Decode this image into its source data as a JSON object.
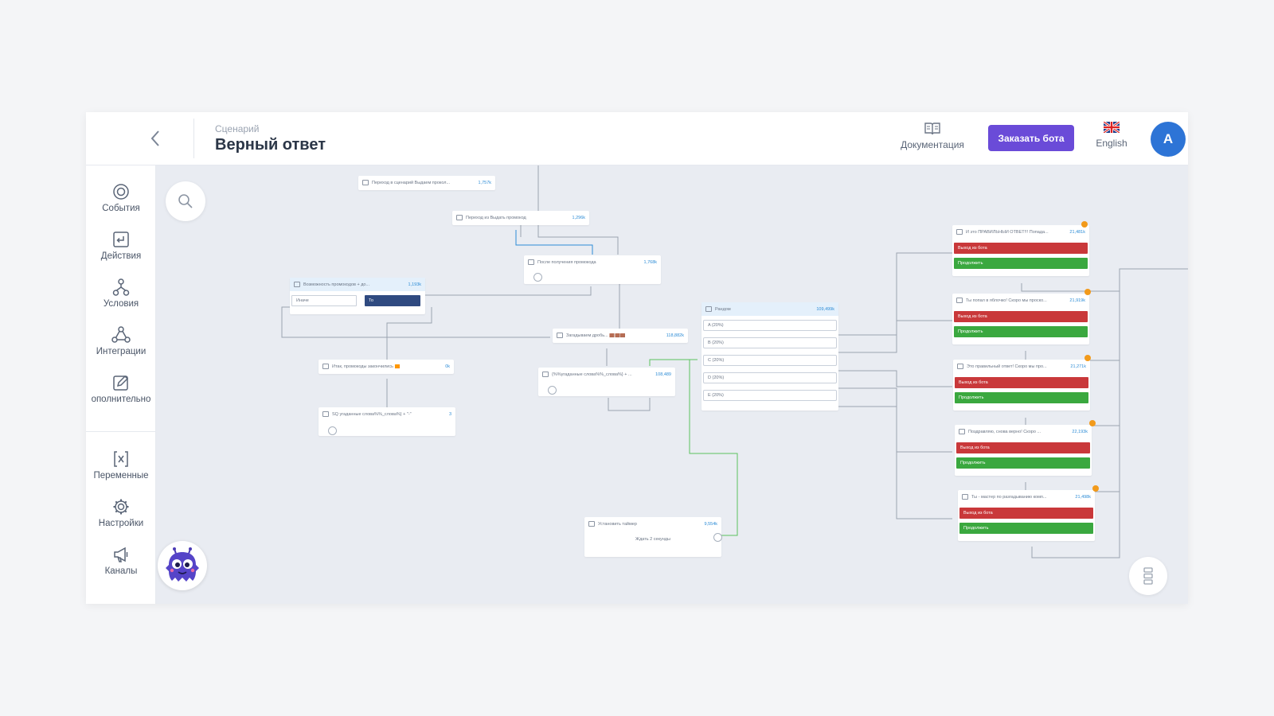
{
  "header": {
    "breadcrumb": "Сценарий",
    "title": "Верный ответ",
    "docs_label": "Документация",
    "order_button": "Заказать бота",
    "language": "English",
    "avatar_letter": "A"
  },
  "sidebar": {
    "items": [
      {
        "label": "События",
        "icon": "target-icon"
      },
      {
        "label": "Действия",
        "icon": "reply-icon"
      },
      {
        "label": "Условия",
        "icon": "branch-icon"
      },
      {
        "label": "Интеграции",
        "icon": "integration-icon"
      },
      {
        "label": "ополнительно",
        "icon": "edit-icon"
      },
      {
        "label": "Переменные",
        "icon": "variable-icon"
      },
      {
        "label": "Настройки",
        "icon": "gear-icon"
      },
      {
        "label": "Каналы",
        "icon": "megaphone-icon"
      }
    ]
  },
  "canvas": {
    "nodes": {
      "n1": {
        "title": "Переход в сценарий Выдаем прокол...",
        "stat": "1,757k"
      },
      "n2": {
        "title": "Переход из Выдать промокод",
        "stat": "1,296k"
      },
      "n3": {
        "title": "После получения промокода",
        "stat": "1,768k"
      },
      "n4": {
        "title": "Возможность промокодов + до...",
        "stat": "1,193k",
        "cell_left": "Иначе",
        "cell_right": "То"
      },
      "n5": {
        "title": "Загадываем дробь... 🟫🟫🟫",
        "stat": "118,882k"
      },
      "n6": {
        "title": "Итак, промокоды закончились 🟧",
        "stat": "0k"
      },
      "n7": {
        "title": "{%%угаданные слова%%_слова%} + ...",
        "stat": "108,489"
      },
      "n8": {
        "title": "SQ угаданные слова%%_слова%} + \"-\"",
        "stat": "3"
      },
      "n9": {
        "title": "Рандом",
        "stat": "109,499k",
        "rows": [
          "A (20%)",
          "B (20%)",
          "C (20%)",
          "D (20%)",
          "E (20%)"
        ]
      },
      "n10": {
        "title": "Установить таймер",
        "stat": "9,554k",
        "body": "Ждать 2 секунды"
      },
      "r1": {
        "title": "И это ПРАВИЛЬНЫЙ ОТВЕТ!!! Попада...",
        "stat": "21,481k"
      },
      "r2": {
        "title": "Ты попал в яблочко! Скоро мы проско...",
        "stat": "21,919k"
      },
      "r3": {
        "title": "Это правильный ответ! Скоро мы про...",
        "stat": "21,271k"
      },
      "r4": {
        "title": "Поздравляю, снова верно! Скоро ...",
        "stat": "22,193k"
      },
      "r5": {
        "title": "Ты - мастер по разгадыванию комп...",
        "stat": "21,498k"
      }
    },
    "exit_label": "Выход из бота",
    "continue_label": "Продолжить"
  },
  "colors": {
    "accent": "#6a4bd8",
    "link": "#2d74d6",
    "red": "#c9383a",
    "green": "#3aa83f",
    "warning": "#f29a1b"
  }
}
